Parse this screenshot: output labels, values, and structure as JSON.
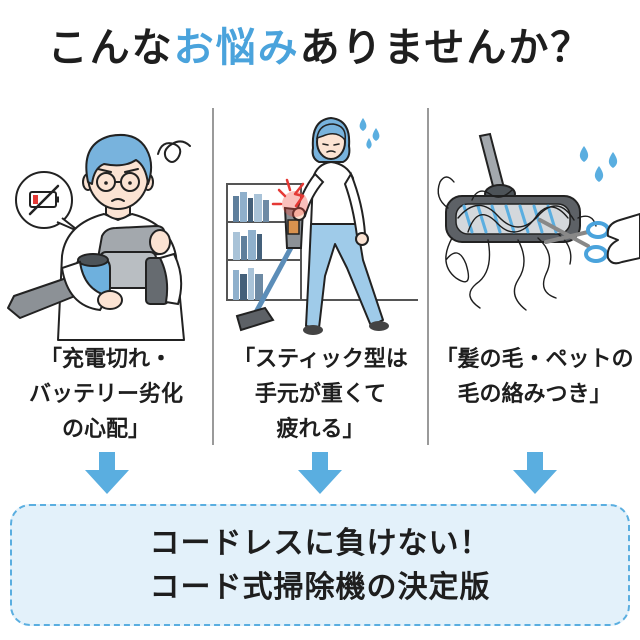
{
  "title": {
    "prefix": "こんな",
    "highlight": "お悩み",
    "suffix": "ありませんか？"
  },
  "colors": {
    "accent": "#4aa3dc",
    "arrow": "#5aaee0",
    "text": "#1e1e1e",
    "cta_background": "#e3f1fa",
    "divider": "#9a9a9a"
  },
  "problems": [
    {
      "icon": "battery-warning-icon",
      "lines": [
        "「充電切れ・",
        "バッテリー劣化",
        "の心配」"
      ]
    },
    {
      "icon": "shoulder-pain-icon",
      "lines": [
        "「スティック型は",
        "手元が重くて",
        "疲れる」"
      ]
    },
    {
      "icon": "tangled-hair-icon",
      "lines": [
        "「髪の毛・ペットの",
        "毛の絡みつき」"
      ]
    }
  ],
  "cta": {
    "line1": "コードレスに負けない！",
    "line2": "コード式掃除機の決定版"
  }
}
